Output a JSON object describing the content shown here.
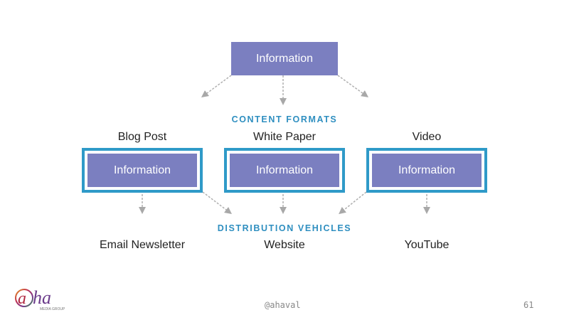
{
  "diagram": {
    "top_node": {
      "label": "Information"
    },
    "content_formats_heading": "CONTENT FORMATS",
    "formats": [
      {
        "title": "Blog Post",
        "node_label": "Information"
      },
      {
        "title": "White Paper",
        "node_label": "Information"
      },
      {
        "title": "Video",
        "node_label": "Information"
      }
    ],
    "distribution_heading": "DISTRIBUTION VEHICLES",
    "vehicles": [
      {
        "label": "Email Newsletter"
      },
      {
        "label": "Website"
      },
      {
        "label": "YouTube"
      }
    ]
  },
  "footer": {
    "handle": "@ahaval",
    "page_number": "61",
    "logo_text": "aha",
    "logo_subtext": "MEDIA GROUP"
  },
  "colors": {
    "node_fill": "#7b7fc0",
    "node_border": "#2f9ac8",
    "heading": "#2f8fc0",
    "arrow": "#a8a8a8"
  }
}
